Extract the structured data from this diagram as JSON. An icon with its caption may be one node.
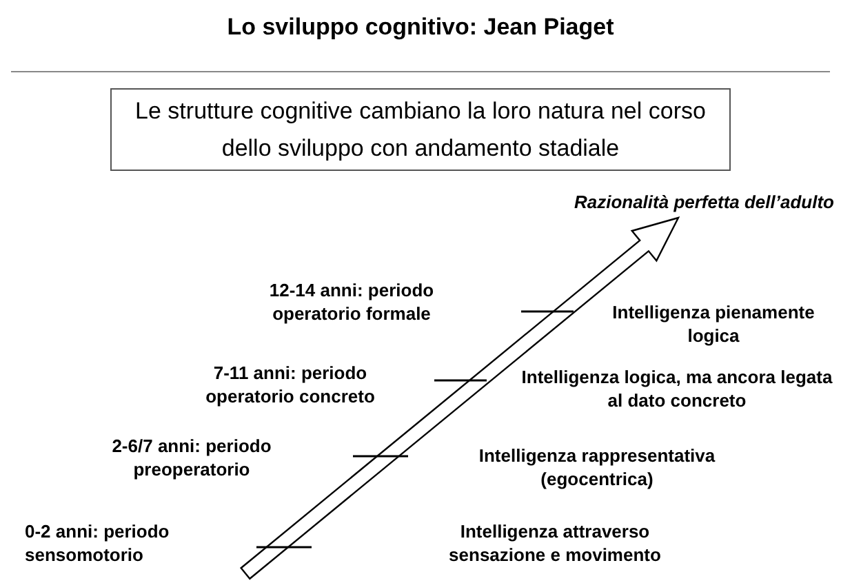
{
  "diagram": {
    "title": "Lo sviluppo cognitivo: Jean Piaget",
    "nodes": [
      {
        "text": [
          "Le strutture cognitive cambiano la loro natura nel corso dello sviluppo con andamento stadiale"
        ]
      },
      {
        "text": [
          "Razionalità perfetta dell’adulto"
        ]
      }
    ],
    "edges": [
      {
        "from": null,
        "to": 1,
        "arrow": "to"
      }
    ],
    "labels": [
      "12-14 anni: periodo operatorio formale",
      "Intelligenza pienamente logica",
      "7-11 anni: periodo operatorio concreto",
      "Intelligenza logica, ma ancora legata al dato concreto",
      "2-6/7 anni: periodo preoperatorio",
      "Intelligenza rappresentativa (egocentrica)",
      "0-2 anni: periodo sensomotorio",
      "Intelligenza attraverso sensazione e movimento"
    ]
  }
}
